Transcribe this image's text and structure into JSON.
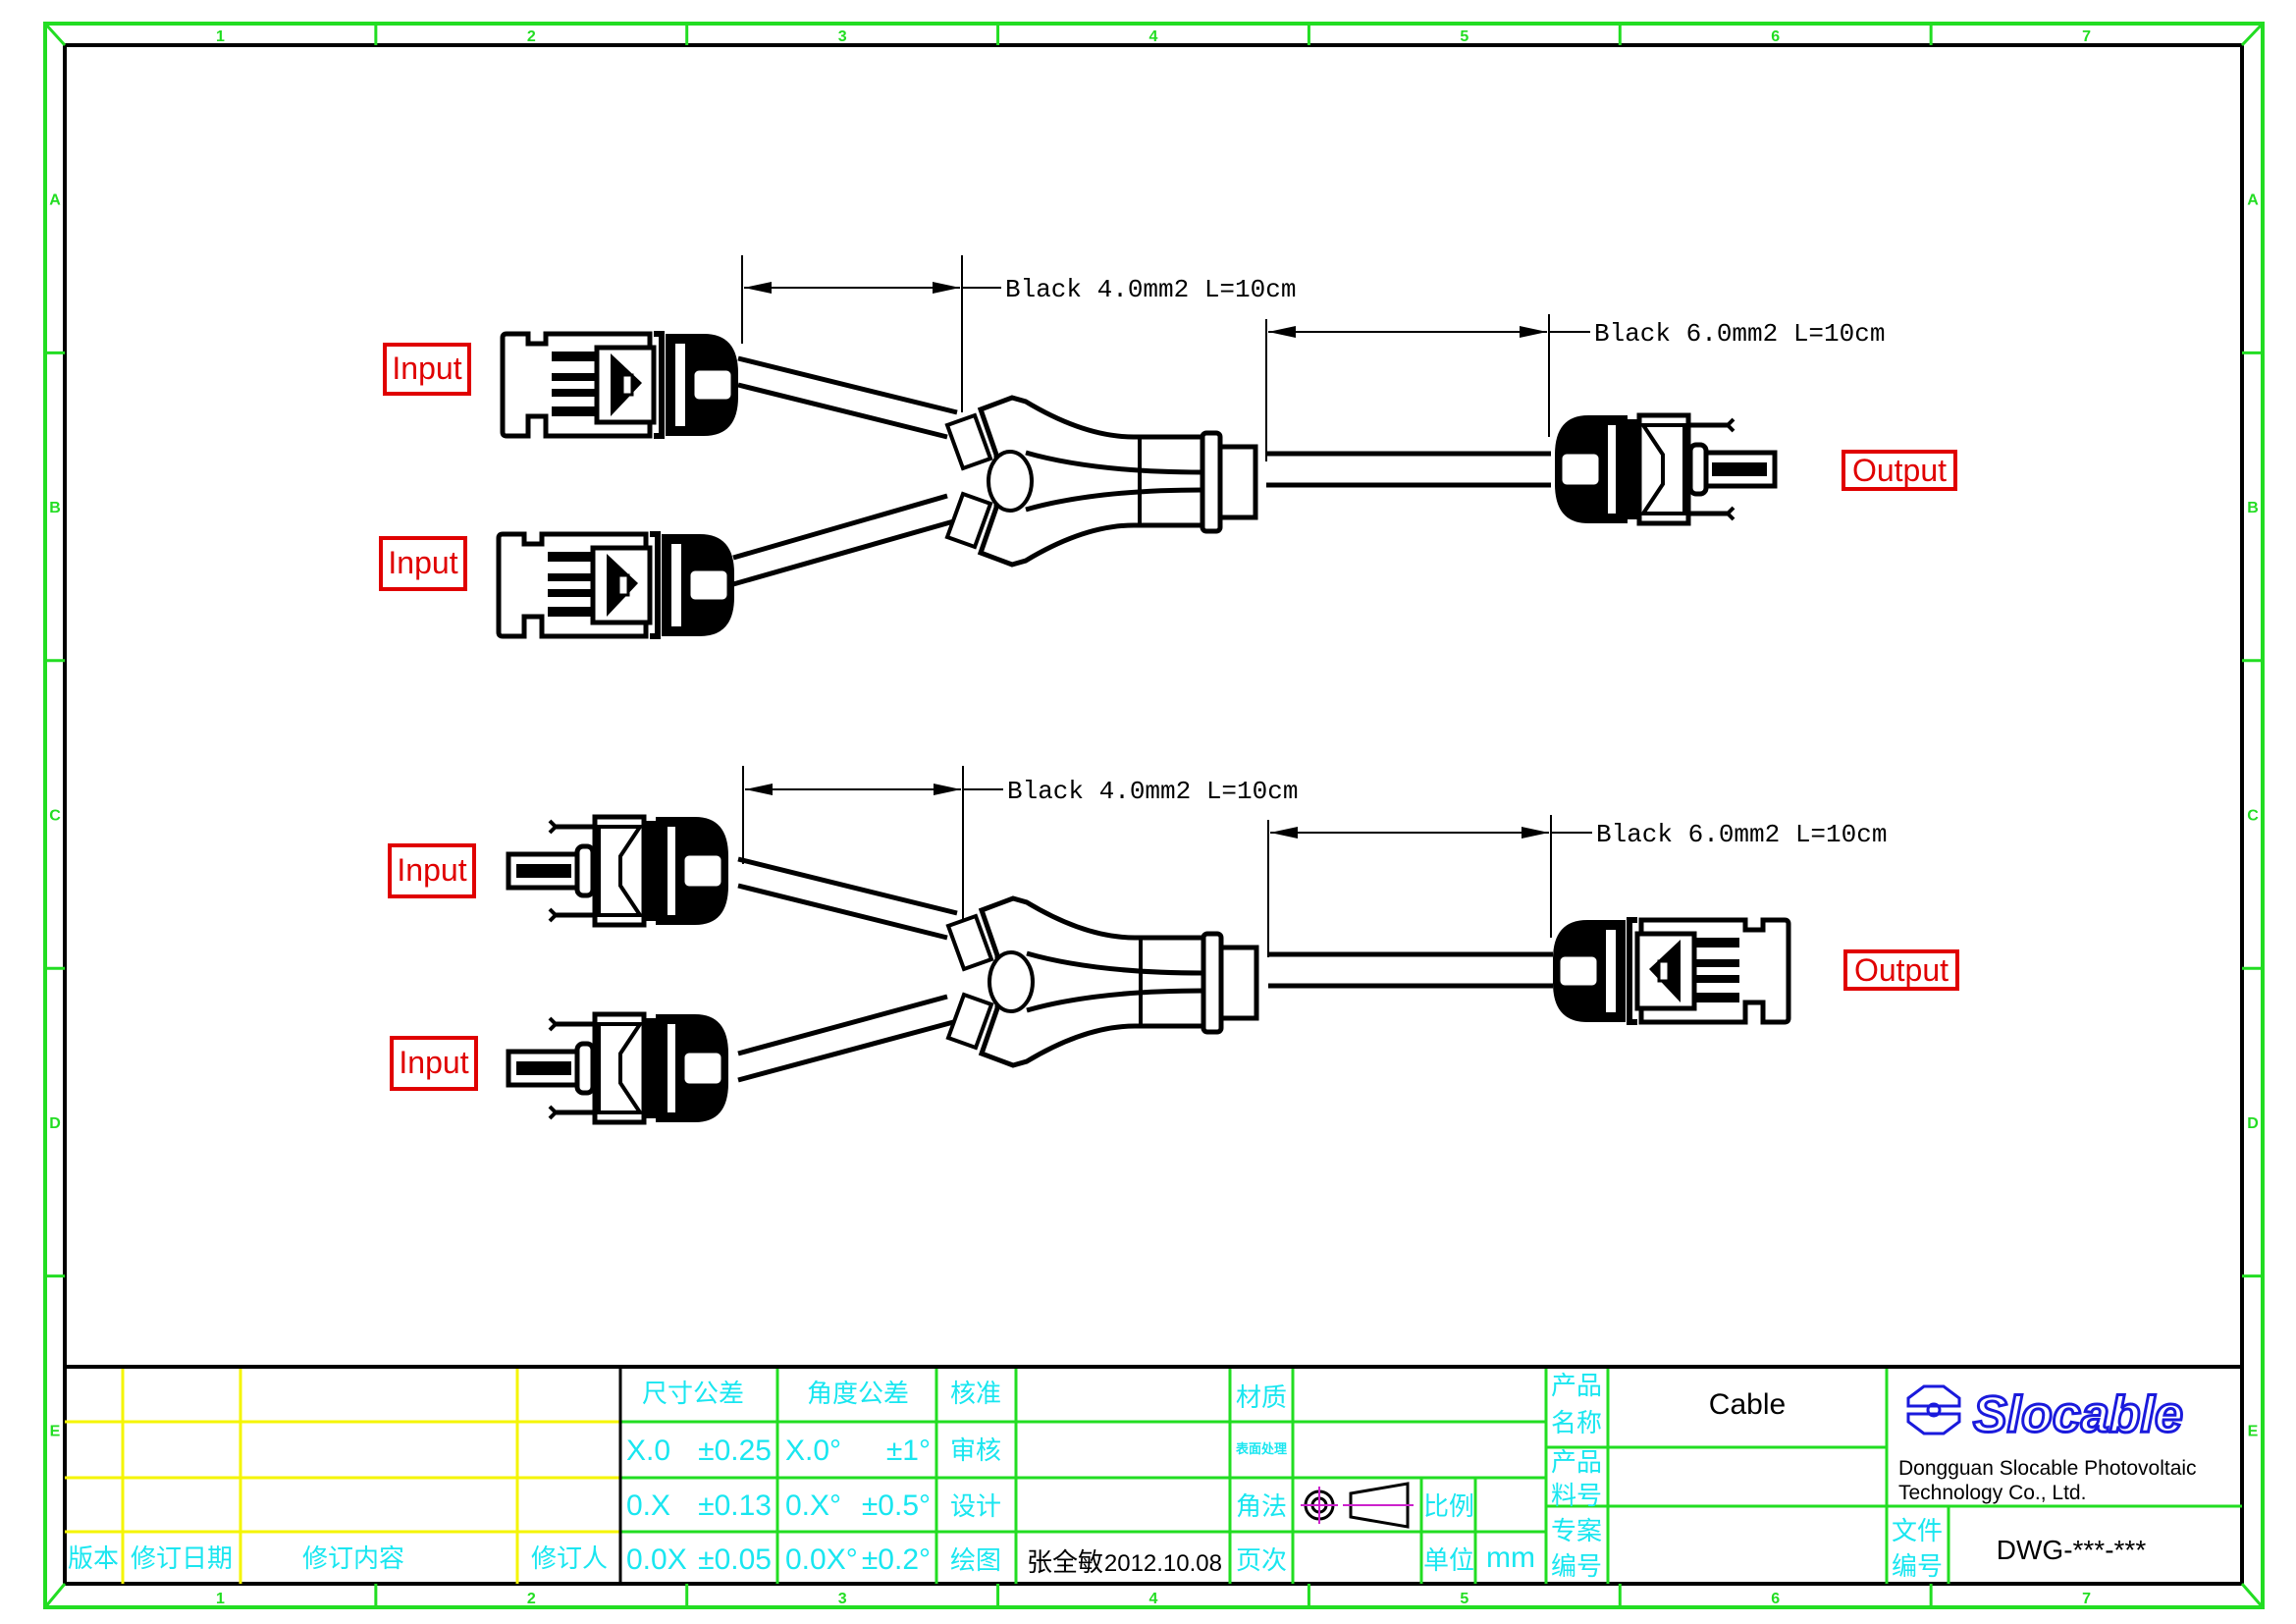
{
  "drawing": {
    "ruler": {
      "columns": [
        "1",
        "2",
        "3",
        "4",
        "5",
        "6",
        "7"
      ],
      "rows": [
        "A",
        "B",
        "C",
        "D",
        "E"
      ]
    },
    "assemblies": [
      {
        "inputs": [
          {
            "label": "Input",
            "connector": "female"
          },
          {
            "label": "Input",
            "connector": "female"
          }
        ],
        "output": {
          "label": "Output",
          "connector": "male"
        },
        "branch_cable": "Black 4.0mm2 L=10cm",
        "main_cable": "Black 6.0mm2 L=10cm"
      },
      {
        "inputs": [
          {
            "label": "Input",
            "connector": "male"
          },
          {
            "label": "Input",
            "connector": "male"
          }
        ],
        "output": {
          "label": "Output",
          "connector": "female"
        },
        "branch_cable": "Black 4.0mm2 L=10cm",
        "main_cable": "Black 6.0mm2 L=10cm"
      }
    ]
  },
  "title_block": {
    "revision": {
      "headers": [
        "版本",
        "修订日期",
        "修订内容",
        "修订人"
      ]
    },
    "tolerance": {
      "linear_header": "尺寸公差",
      "angular_header": "角度公差",
      "rows": [
        {
          "linear_fmt": "X.0",
          "linear_tol": "±0.25",
          "angular_fmt": "X.0°",
          "angular_tol": "±1°"
        },
        {
          "linear_fmt": "0.X",
          "linear_tol": "±0.13",
          "angular_fmt": "0.X°",
          "angular_tol": "±0.5°"
        },
        {
          "linear_fmt": "0.0X",
          "linear_tol": "±0.05",
          "angular_fmt": "0.0X°",
          "angular_tol": "±0.2°"
        }
      ]
    },
    "approvals": {
      "approve": "核准",
      "review": "审核",
      "design": "设计",
      "draw": "绘图",
      "drawn_by": "张全敏",
      "drawn_date": "2012.10.08"
    },
    "material": {
      "material_label": "材质",
      "surface_label": "表面处理",
      "projection_label": "角法",
      "scale_label": "比例",
      "page_label": "页次",
      "unit_label": "单位",
      "unit_value": "mm"
    },
    "product": {
      "name_label_1": "产品",
      "name_label_2": "名称",
      "name_value": "Cable",
      "part_label_1": "产品",
      "part_label_2": "料号",
      "project_label_1": "专案",
      "project_label_2": "编号"
    },
    "company": {
      "logo_text": "Slocable",
      "name_line1": "Dongguan Slocable Photovoltaic",
      "name_line2": "Technology Co., Ltd."
    },
    "file": {
      "label_1": "文件",
      "label_2": "编号",
      "number": "DWG-***-***"
    }
  },
  "colors": {
    "frame": "#22dd22",
    "title_text": "#19e6f0",
    "revision_lines": "#f5f500",
    "callout": "#e00000",
    "logo": "#1a1adc",
    "projection": "#cc22cc"
  }
}
